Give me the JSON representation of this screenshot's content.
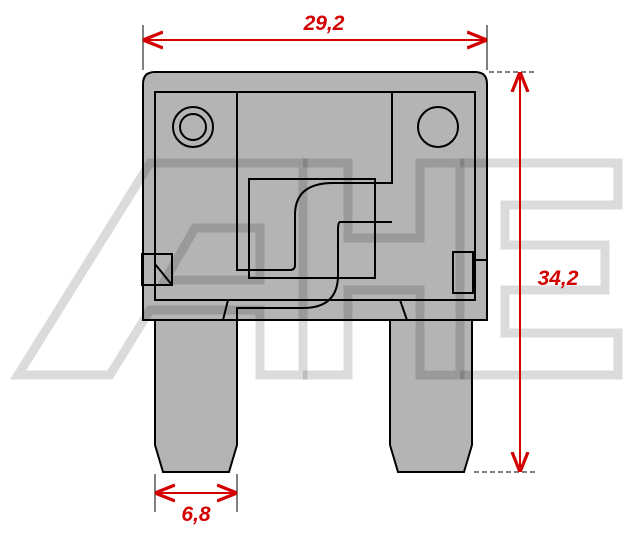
{
  "logo": {
    "text": "AHE",
    "kind": "watermark"
  },
  "dimensions": {
    "width": "29,2",
    "height": "34,2",
    "blade_width": "6,8"
  },
  "colors": {
    "dimension": "#d40000",
    "body": "#b4b4b4",
    "outline": "#000000"
  }
}
